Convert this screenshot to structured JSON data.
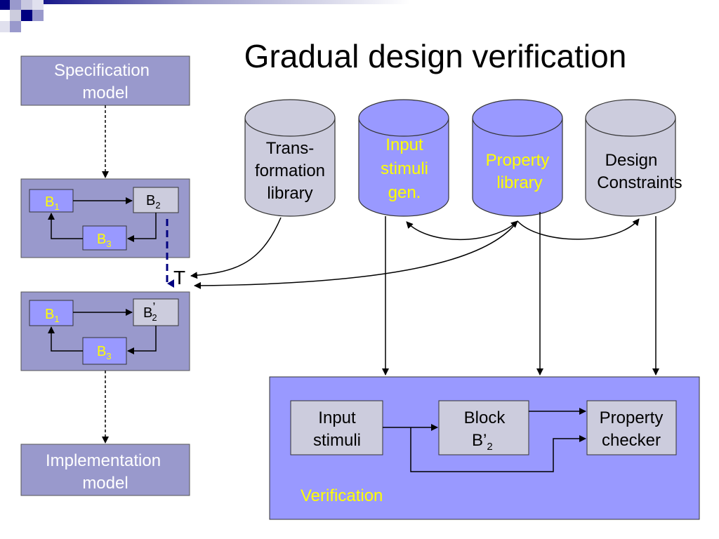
{
  "title": "Gradual design verification",
  "colors": {
    "box_fill": "#9999cc",
    "box_light": "#ccccdd",
    "cyl_light": "#ccccdd",
    "cyl_bright": "#9999ff",
    "verif_fill": "#9999ff",
    "yellow_text": "#ffff00",
    "blue_text": "#000080",
    "deco_dark": "#000080"
  },
  "left_column": {
    "spec_model": [
      "Specification",
      "model"
    ],
    "impl_model": [
      "Implementation",
      "model"
    ],
    "transform_label": "T",
    "design1": {
      "b1": "B",
      "b1_sub": "1",
      "b2": "B",
      "b2_sub": "2",
      "b3": "B",
      "b3_sub": "3"
    },
    "design2": {
      "b1": "B",
      "b1_sub": "1",
      "b2": "B",
      "b2_mark": "’",
      "b2_sub": "2",
      "b3": "B",
      "b3_sub": "3"
    }
  },
  "libraries": [
    {
      "lines": [
        "Trans-",
        "formation",
        "library"
      ],
      "style": "light"
    },
    {
      "lines": [
        "Input",
        "stimuli",
        "gen."
      ],
      "style": "bright"
    },
    {
      "lines": [
        "Property",
        "library"
      ],
      "style": "bright"
    },
    {
      "lines": [
        "Design",
        "Constraints"
      ],
      "style": "light"
    }
  ],
  "verification": {
    "label": "Verification",
    "input_stimuli": [
      "Input",
      "stimuli"
    ],
    "block": {
      "line1": "Block",
      "line2": "B’",
      "line2_sub": "2"
    },
    "checker": [
      "Property",
      "checker"
    ]
  }
}
